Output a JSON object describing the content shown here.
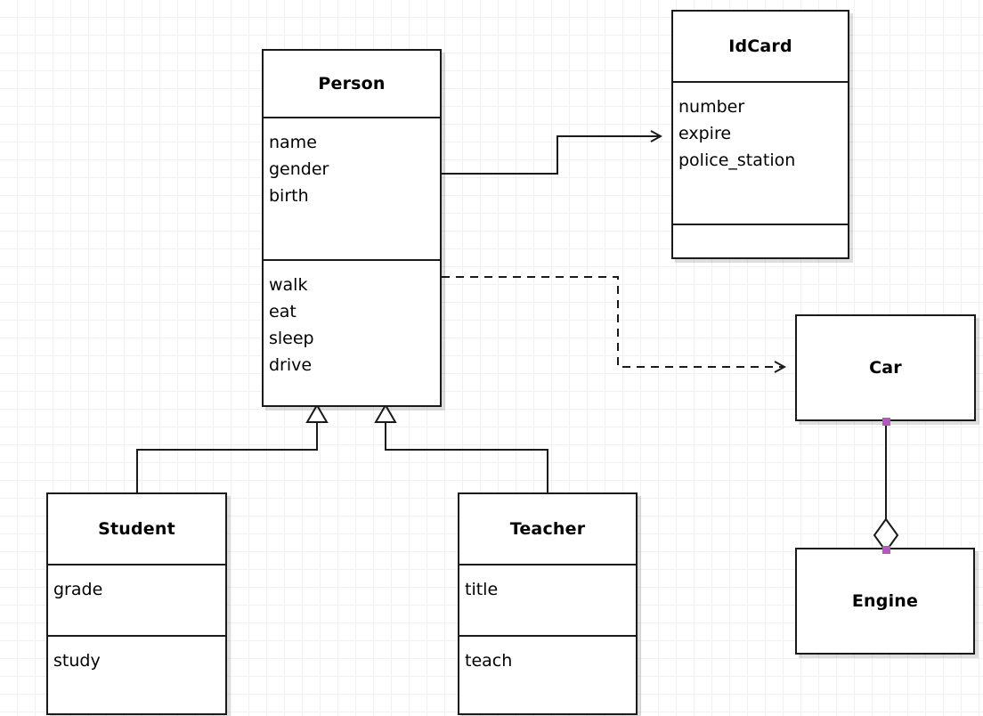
{
  "diagram": {
    "kind": "uml-class-diagram",
    "background": "#ffffff",
    "grid_color": "#f1f1f1",
    "line_color": "#1a1a1a",
    "handle_color": "#b05cb8"
  },
  "classes": {
    "person": {
      "name": "Person",
      "attributes": [
        "name",
        "gender",
        "birth"
      ],
      "operations": [
        "walk",
        "eat",
        "sleep",
        "drive"
      ]
    },
    "idcard": {
      "name": "IdCard",
      "attributes": [
        "number",
        "expire",
        "police_station"
      ],
      "operations": []
    },
    "student": {
      "name": "Student",
      "attributes": [
        "grade"
      ],
      "operations": [
        "study"
      ]
    },
    "teacher": {
      "name": "Teacher",
      "attributes": [
        "title"
      ],
      "operations": [
        "teach"
      ]
    },
    "car": {
      "name": "Car",
      "attributes": [],
      "operations": []
    },
    "engine": {
      "name": "Engine",
      "attributes": [],
      "operations": []
    }
  },
  "relations": [
    {
      "id": "person-idcard",
      "type": "association",
      "from": "Person",
      "to": "IdCard",
      "style": "solid",
      "arrow": "open"
    },
    {
      "id": "person-car",
      "type": "dependency",
      "from": "Person",
      "to": "Car",
      "style": "dashed",
      "arrow": "open"
    },
    {
      "id": "student-person",
      "type": "generalization",
      "from": "Student",
      "to": "Person",
      "style": "solid",
      "arrow": "hollow-triangle"
    },
    {
      "id": "teacher-person",
      "type": "generalization",
      "from": "Teacher",
      "to": "Person",
      "style": "solid",
      "arrow": "hollow-triangle"
    },
    {
      "id": "car-engine",
      "type": "aggregation",
      "from": "Car",
      "to": "Engine",
      "style": "solid",
      "arrow": "hollow-diamond",
      "selected": true
    }
  ]
}
